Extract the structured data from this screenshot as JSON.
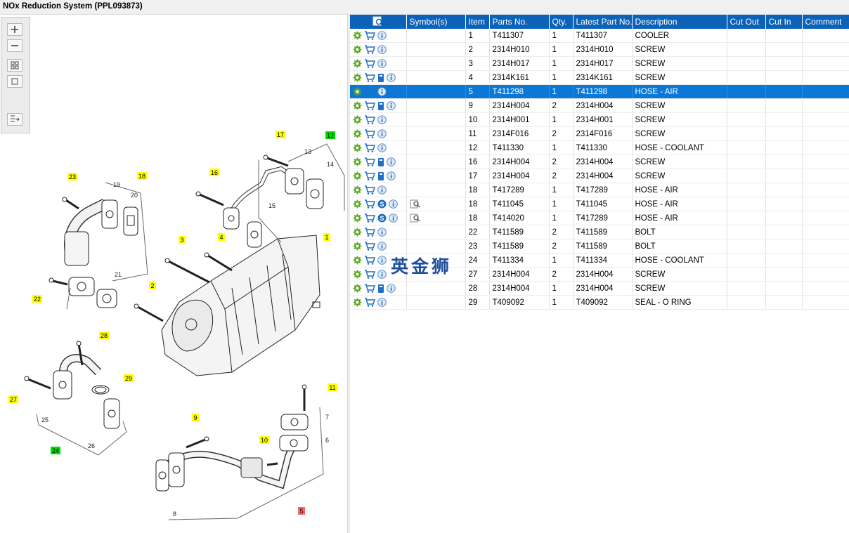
{
  "window": {
    "title": "NOx Reduction System (PPL093873)"
  },
  "toolbar": {
    "buttons": [
      "zoom-in-icon",
      "zoom-out-icon",
      "fit-all-icon",
      "fit-box-icon",
      "export-list-icon"
    ]
  },
  "watermark": "英金狮",
  "diagram": {
    "callouts": {
      "c1": "1",
      "c3": "3",
      "c4": "4",
      "c16": "16",
      "c17": "17",
      "c12": "12",
      "c23": "23",
      "c18": "18",
      "c2": "2",
      "c22": "22",
      "c28": "28",
      "c29": "29",
      "c27": "27",
      "c24": "24",
      "c11": "11",
      "c9": "9",
      "c10": "10",
      "c5": "5"
    },
    "labels": {
      "l13": "13",
      "l14": "14",
      "l15": "15",
      "l19": "19",
      "l20": "20",
      "l21": "21",
      "l25": "25",
      "l26": "26",
      "l7": "7",
      "l6": "6",
      "l8": "8"
    }
  },
  "table": {
    "headers": {
      "icon": "",
      "symbols": "Symbol(s)",
      "item": "Item",
      "parts": "Parts No.",
      "qty": "Qty.",
      "latest": "Latest Part No.",
      "desc": "Description",
      "cutout": "Cut Out",
      "cutin": "Cut In",
      "comment": "Comment"
    },
    "rows": [
      {
        "item": "1",
        "part": "T411307",
        "qty": "1",
        "latest": "T411307",
        "desc": "COOLER",
        "book": false,
        "s": false
      },
      {
        "item": "2",
        "part": "2314H010",
        "qty": "1",
        "latest": "2314H010",
        "desc": "SCREW",
        "book": false,
        "s": false
      },
      {
        "item": "3",
        "part": "2314H017",
        "qty": "1",
        "latest": "2314H017",
        "desc": "SCREW",
        "book": false,
        "s": false
      },
      {
        "item": "4",
        "part": "2314K161",
        "qty": "1",
        "latest": "2314K161",
        "desc": "SCREW",
        "book": true,
        "s": false
      },
      {
        "item": "5",
        "part": "T411298",
        "qty": "1",
        "latest": "T411298",
        "desc": "HOSE - AIR",
        "book": false,
        "s": false
      },
      {
        "item": "9",
        "part": "2314H004",
        "qty": "2",
        "latest": "2314H004",
        "desc": "SCREW",
        "book": true,
        "s": false
      },
      {
        "item": "10",
        "part": "2314H001",
        "qty": "1",
        "latest": "2314H001",
        "desc": "SCREW",
        "book": false,
        "s": false
      },
      {
        "item": "11",
        "part": "2314F016",
        "qty": "2",
        "latest": "2314F016",
        "desc": "SCREW",
        "book": false,
        "s": false
      },
      {
        "item": "12",
        "part": "T411330",
        "qty": "1",
        "latest": "T411330",
        "desc": "HOSE - COOLANT",
        "book": false,
        "s": false
      },
      {
        "item": "16",
        "part": "2314H004",
        "qty": "2",
        "latest": "2314H004",
        "desc": "SCREW",
        "book": true,
        "s": false
      },
      {
        "item": "17",
        "part": "2314H004",
        "qty": "2",
        "latest": "2314H004",
        "desc": "SCREW",
        "book": true,
        "s": false
      },
      {
        "item": "18",
        "part": "T417289",
        "qty": "1",
        "latest": "T417289",
        "desc": "HOSE - AIR",
        "book": false,
        "s": false
      },
      {
        "item": "18",
        "part": "T411045",
        "qty": "1",
        "latest": "T411045",
        "desc": "HOSE - AIR",
        "book": false,
        "s": true
      },
      {
        "item": "18",
        "part": "T414020",
        "qty": "1",
        "latest": "T417289",
        "desc": "HOSE - AIR",
        "book": false,
        "s": true
      },
      {
        "item": "22",
        "part": "T411589",
        "qty": "2",
        "latest": "T411589",
        "desc": "BOLT",
        "book": false,
        "s": false
      },
      {
        "item": "23",
        "part": "T411589",
        "qty": "2",
        "latest": "T411589",
        "desc": "BOLT",
        "book": false,
        "s": false
      },
      {
        "item": "24",
        "part": "T411334",
        "qty": "1",
        "latest": "T411334",
        "desc": "HOSE - COOLANT",
        "book": false,
        "s": false
      },
      {
        "item": "27",
        "part": "2314H004",
        "qty": "2",
        "latest": "2314H004",
        "desc": "SCREW",
        "book": false,
        "s": false
      },
      {
        "item": "28",
        "part": "2314H004",
        "qty": "1",
        "latest": "2314H004",
        "desc": "SCREW",
        "book": true,
        "s": false
      },
      {
        "item": "29",
        "part": "T409092",
        "qty": "1",
        "latest": "T409092",
        "desc": "SEAL - O RING",
        "book": false,
        "s": false
      }
    ],
    "selected_index": 4,
    "colors": {
      "header": "#0b62b8",
      "selected": "#0b78d7",
      "callout_yellow": "#ffff00",
      "callout_green": "#00e000",
      "callout_red": "#ff6666"
    }
  }
}
